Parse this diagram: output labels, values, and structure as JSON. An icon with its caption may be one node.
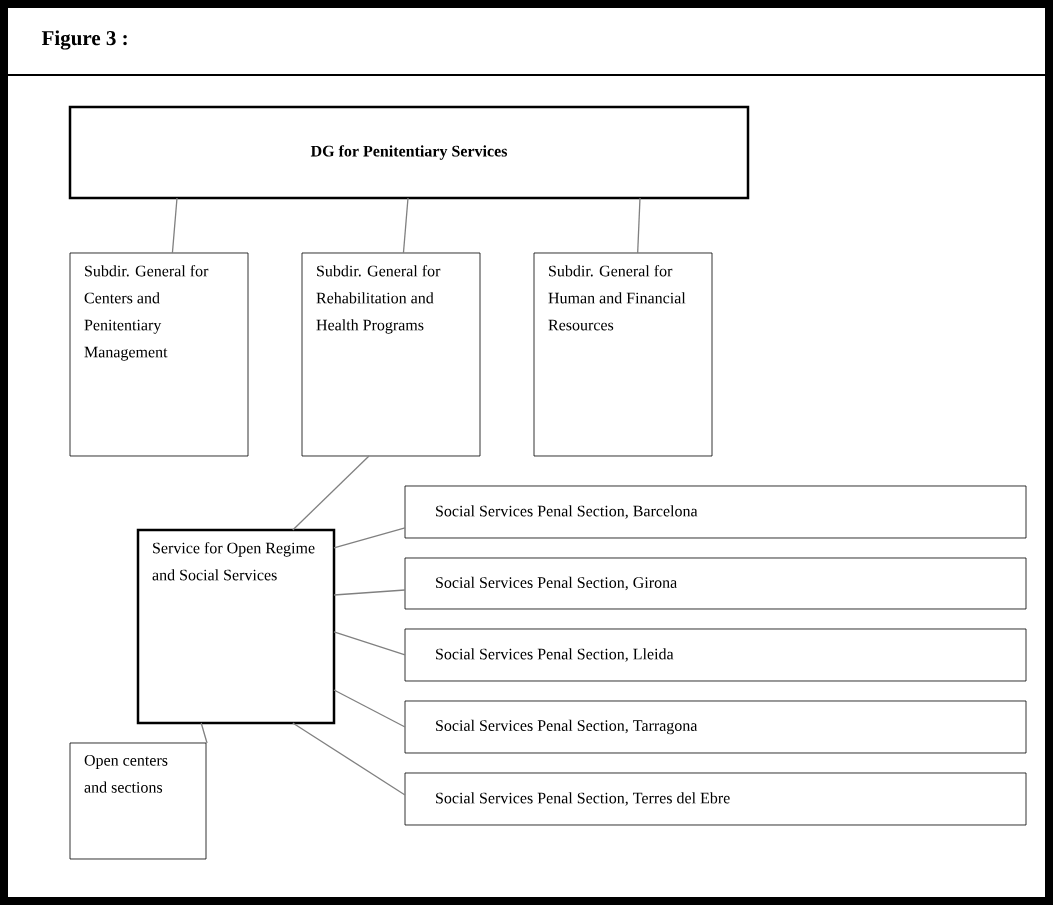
{
  "diagram": {
    "title": "Figure 3 :",
    "nodes": [
      {
        "text": [
          "DG for Penitentiary Services"
        ]
      },
      {
        "text": [
          "Subdir. General for Centers and Penitentiary Management"
        ]
      },
      {
        "text": [
          "Subdir. General for Rehabilitation and Health Programs"
        ]
      },
      {
        "text": [
          "Subdir. General for Human and Financial Resources"
        ]
      },
      {
        "text": [
          "Service for Open Regime and Social Services"
        ]
      },
      {
        "text": [
          "Social Services Penal Section, Barcelona"
        ]
      },
      {
        "text": [
          "Social Services Penal Section, Girona"
        ]
      },
      {
        "text": [
          "Social Services Penal Section, Lleida"
        ]
      },
      {
        "text": [
          "Social Services Penal Section, Tarragona"
        ]
      },
      {
        "text": [
          "Social Services Penal Section, Terres del Ebre"
        ]
      },
      {
        "text": [
          "Open centers and sections"
        ]
      }
    ],
    "edges": [
      {
        "from": 0,
        "to": 1,
        "arrow": "none"
      },
      {
        "from": 0,
        "to": 2,
        "arrow": "none"
      },
      {
        "from": 0,
        "to": 3,
        "arrow": "none"
      },
      {
        "from": 2,
        "to": 4,
        "arrow": "none"
      },
      {
        "from": 4,
        "to": 5,
        "arrow": "none"
      },
      {
        "from": 4,
        "to": 6,
        "arrow": "none"
      },
      {
        "from": 4,
        "to": 7,
        "arrow": "none"
      },
      {
        "from": 4,
        "to": 8,
        "arrow": "none"
      },
      {
        "from": 4,
        "to": 9,
        "arrow": "none"
      },
      {
        "from": 4,
        "to": 10,
        "arrow": "none"
      }
    ]
  }
}
